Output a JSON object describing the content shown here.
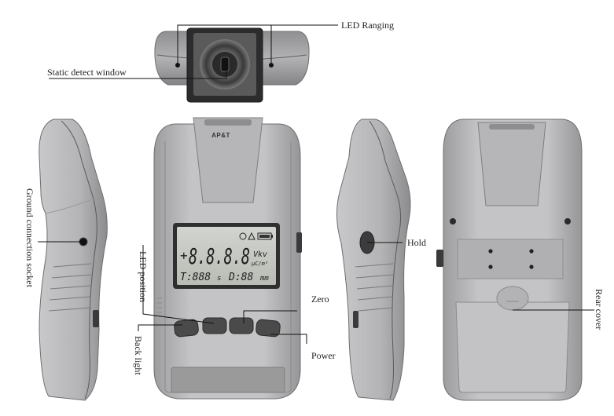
{
  "device": {
    "brand": "AP&T",
    "display": {
      "main_digits": "8.8.8.8",
      "unit_top": "Vkv",
      "unit_bottom": "μC/m²",
      "time_readout": "T:888",
      "time_unit": "s",
      "distance_readout": "D:88",
      "distance_unit": "mm"
    }
  },
  "callouts": {
    "led_ranging": "LED Ranging",
    "static_detect_window": "Static detect window",
    "ground_connection_socket": "Ground connection socket",
    "hold": "Hold",
    "led_position": "LED position",
    "zero": "Zero",
    "back_light": "Back light",
    "power": "Power",
    "rear_cover": "Rear cover"
  },
  "colors": {
    "body": "#b9b9bb",
    "body_dark": "#8e8e90",
    "lcd_bg": "#c9ccc6",
    "button": "#4a4a4a",
    "solar": "#9c9c9c"
  }
}
